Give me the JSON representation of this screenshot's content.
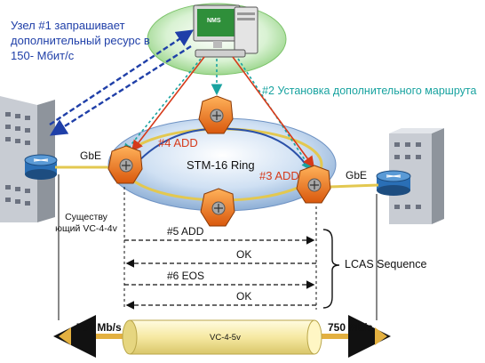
{
  "annotations": {
    "step1": "Узел #1 запрашивает дополнительный ресурс в 150- Мбит/с",
    "step2": "#2 Установка дополнительного маршрута",
    "step3": "#3 ADD",
    "step4": "#4 ADD"
  },
  "nms_label": "NMS",
  "ring_label": "STM-16 Ring",
  "gbe_left": "GbE",
  "gbe_right": "GbE",
  "existing_label": "Существу ющий VC-4-4v",
  "messages": {
    "add5": "#5 ADD",
    "ok1": "OK",
    "eos6": "#6 EOS",
    "ok2": "OK"
  },
  "sequence_label": "LCAS Sequence",
  "bandwidth_left": "750 Mb/s",
  "bandwidth_right": "750 Mb/s",
  "pipe_label": "VC-4-5v",
  "colors": {
    "ring_fill": "#bfd6ee",
    "node_orange": "#f07a1a",
    "annotation_blue": "#1f3fa8",
    "annotation_teal": "#19a3a0",
    "annotation_red": "#d63a1a",
    "pipe_yellow": "#f3e7a0"
  }
}
